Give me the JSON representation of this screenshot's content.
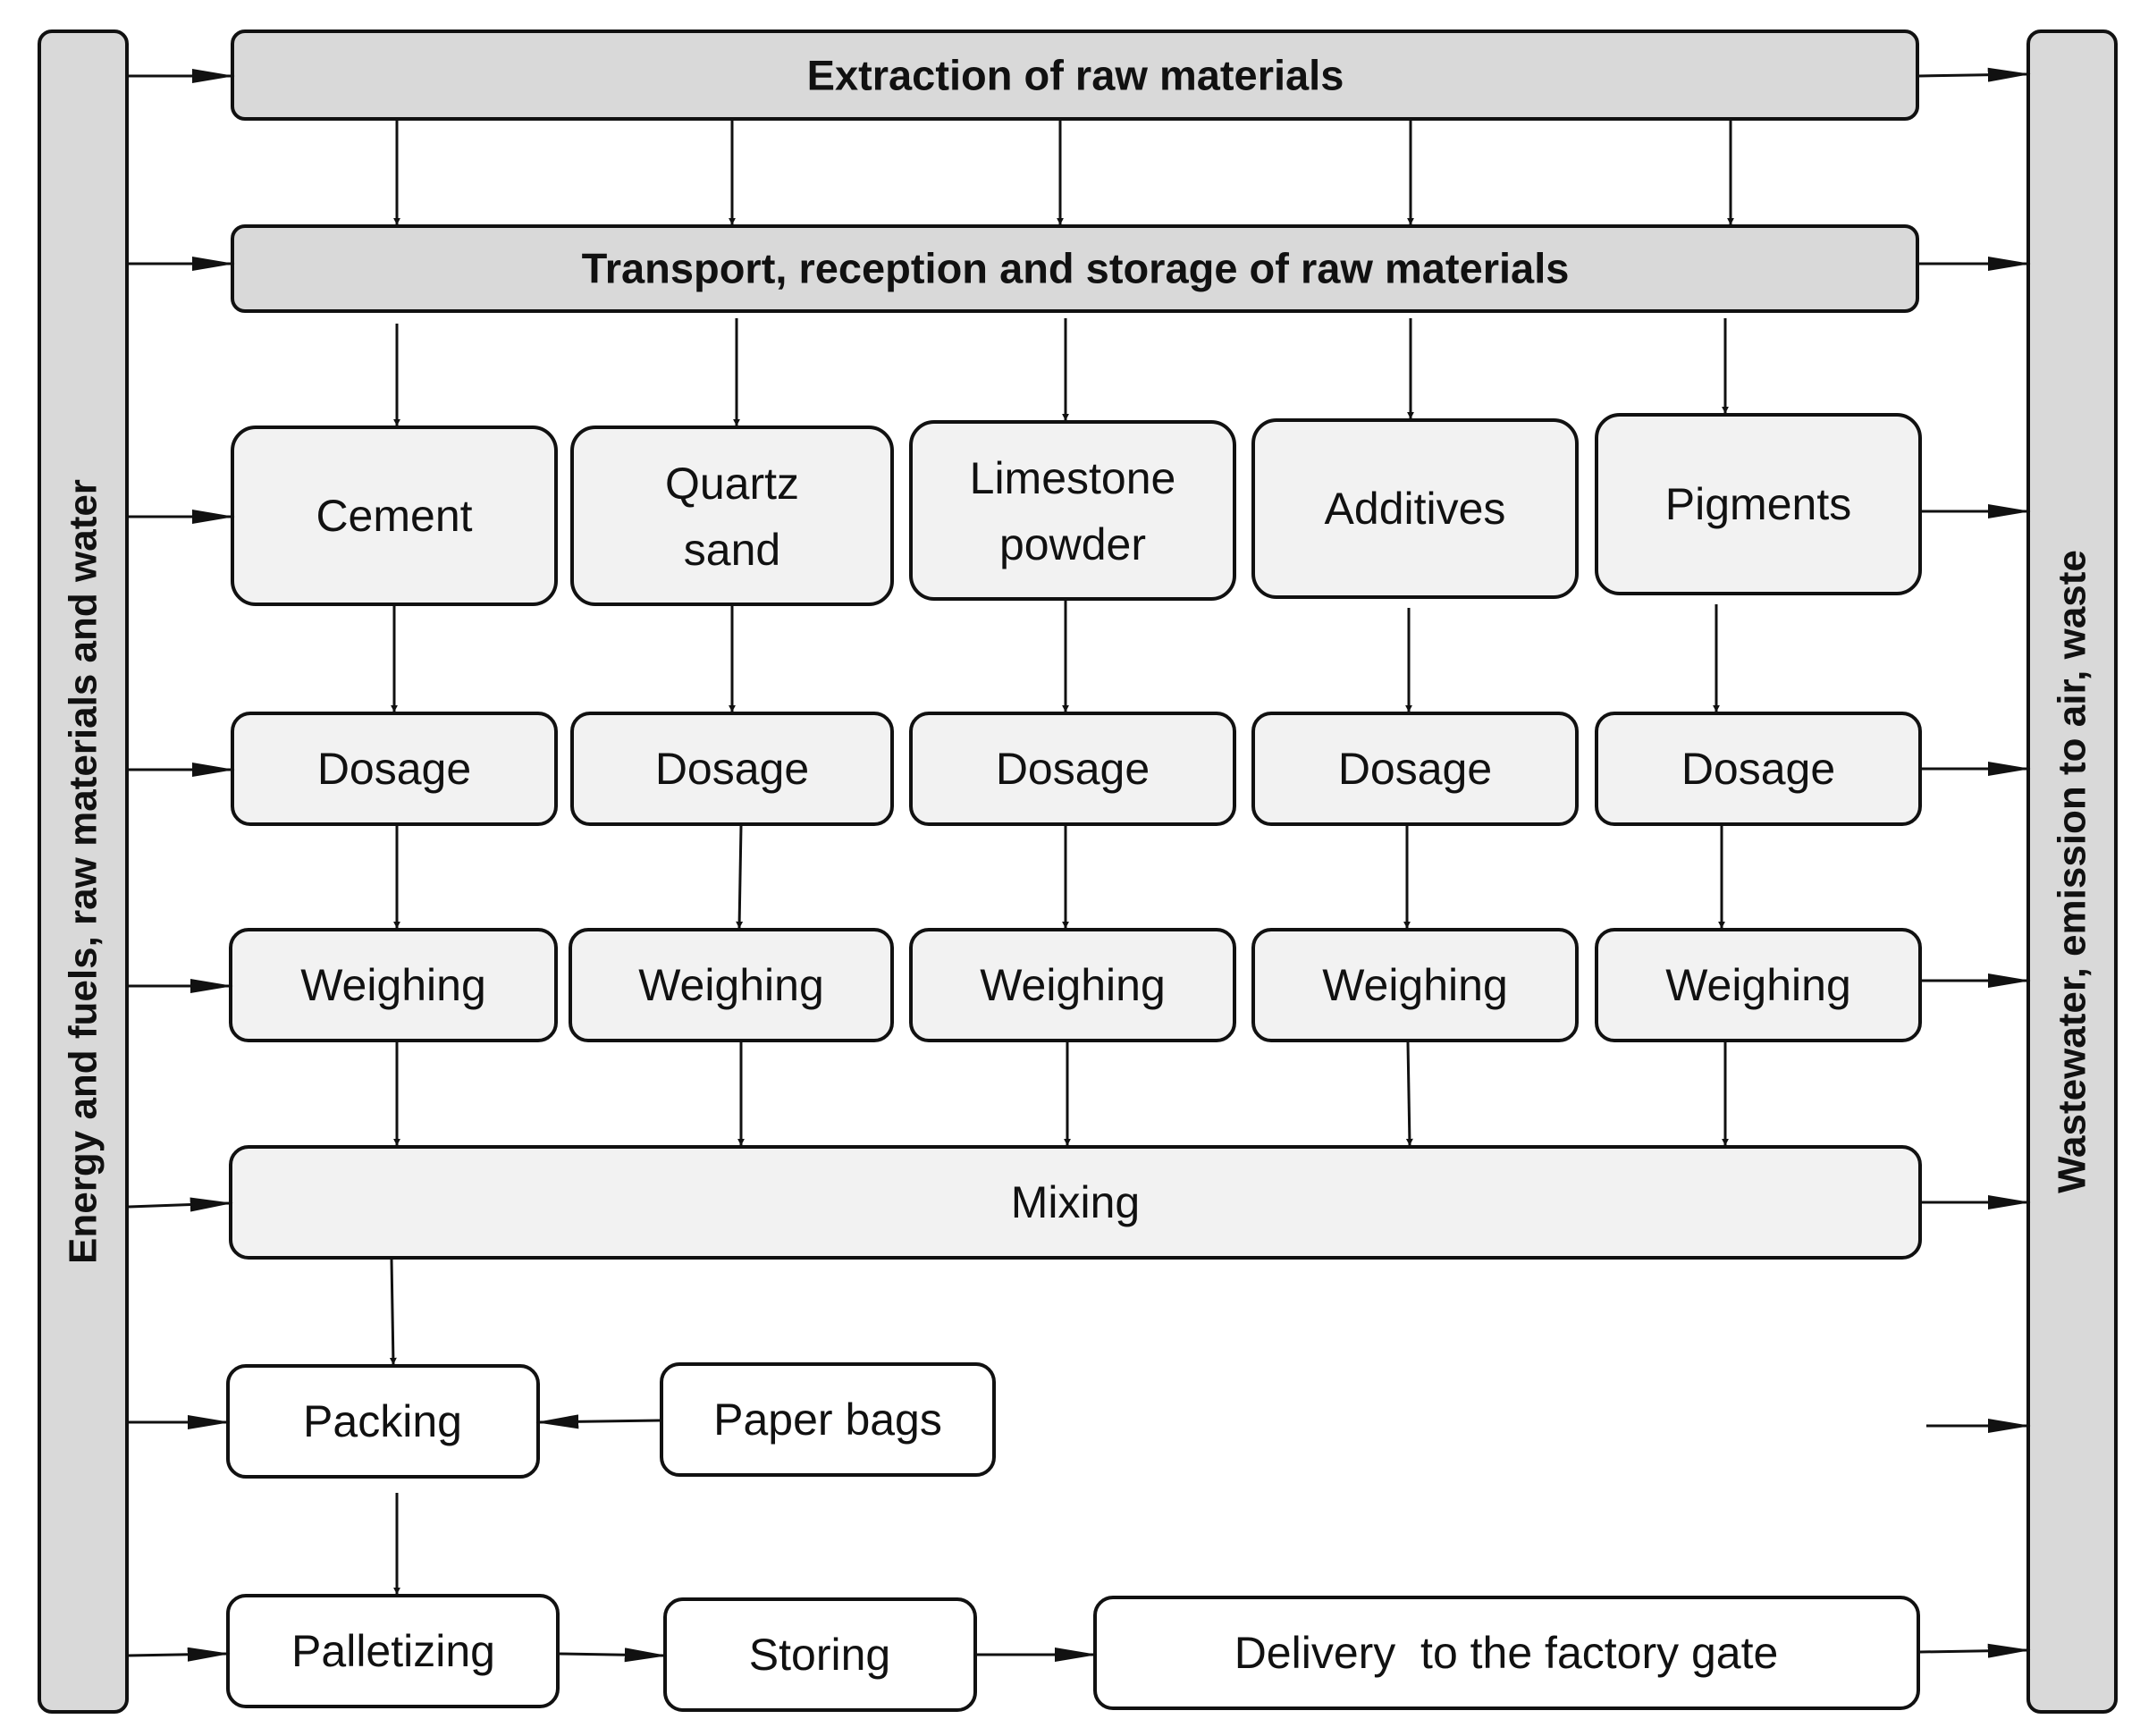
{
  "colors": {
    "stroke": "#111111",
    "dark_fill": "#d9d9d9",
    "light_fill": "#f2f2f2",
    "white_fill": "#ffffff"
  },
  "side_left": "Energy and fuels, raw materials and water",
  "side_right": "Wastewater, emission to air, waste",
  "extraction": "Extraction of raw materials",
  "transport": "Transport, reception and storage of raw materials",
  "materials": [
    [
      "Cement"
    ],
    [
      "Quartz",
      "sand"
    ],
    [
      "Limestone",
      "powder"
    ],
    [
      "Additives"
    ],
    [
      "Pigments"
    ]
  ],
  "dosage": [
    "Dosage",
    "Dosage",
    "Dosage",
    "Dosage",
    "Dosage"
  ],
  "weighing": [
    "Weighing",
    "Weighing",
    "Weighing",
    "Weighing",
    "Weighing"
  ],
  "mixing": "Mixing",
  "packing": "Packing",
  "paper_bags": "Paper bags",
  "palletizing": "Palletizing",
  "storing": "Storing",
  "delivery": "Delivery  to the factory gate"
}
